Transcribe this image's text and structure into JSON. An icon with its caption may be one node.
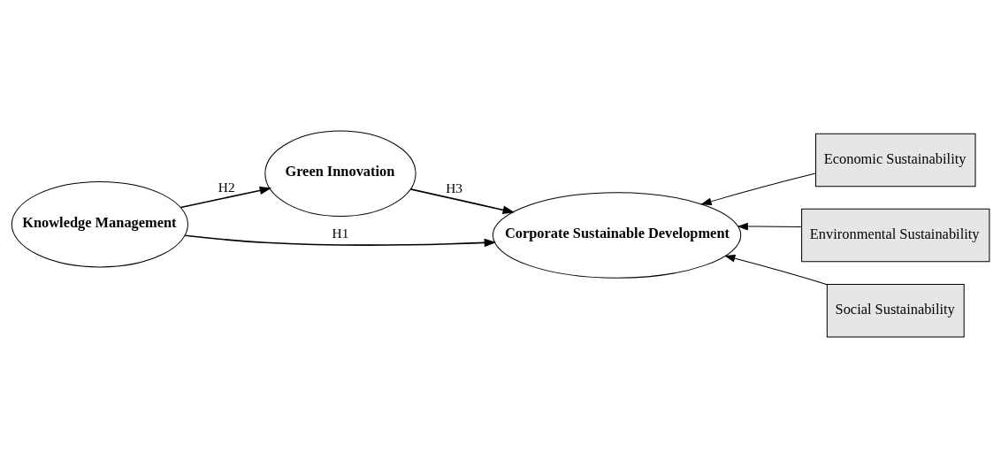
{
  "diagram": {
    "nodes": [
      {
        "text": [
          "Green Innovation"
        ]
      },
      {
        "text": [
          "Knowledge Management"
        ]
      },
      {
        "text": [
          "Corporate Sustainable Development"
        ]
      },
      {
        "text": [
          "Economic Sustainability"
        ]
      },
      {
        "text": [
          "Environmental Sustainability"
        ]
      },
      {
        "text": [
          "Social Sustainability"
        ]
      }
    ],
    "edges": [
      {
        "from": 1,
        "to": 0,
        "arrow": "to",
        "label": "H2"
      },
      {
        "from": 0,
        "to": 2,
        "arrow": "to",
        "label": "H3"
      },
      {
        "from": 1,
        "to": 2,
        "arrow": "to",
        "label": "H1"
      },
      {
        "from": 3,
        "to": 2,
        "arrow": "to"
      },
      {
        "from": 4,
        "to": 2,
        "arrow": "to"
      },
      {
        "from": 5,
        "to": 2,
        "arrow": "to"
      }
    ]
  }
}
